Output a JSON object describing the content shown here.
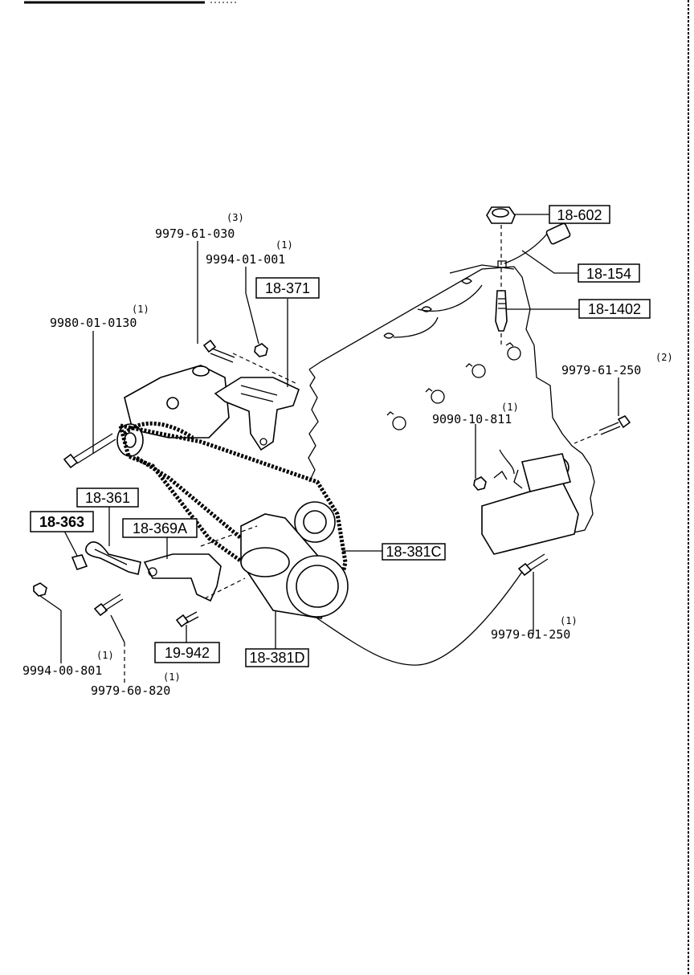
{
  "callouts": {
    "c_18_602": "18-602",
    "c_18_154": "18-154",
    "c_18_1402": "18-1402",
    "c_18_371": "18-371",
    "c_18_361": "18-361",
    "c_18_363": "18-363",
    "c_18_369A": "18-369A",
    "c_18_381C": "18-381C",
    "c_18_381D": "18-381D",
    "c_19_942": "19-942"
  },
  "parts": {
    "p_9979_61_030": "9979-61-030",
    "q_9979_61_030": "(3)",
    "p_9994_01_001": "9994-01-001",
    "q_9994_01_001": "(1)",
    "p_9980_01_0130": "9980-01-0130",
    "q_9980_01_0130": "(1)",
    "p_9979_61_250_a": "9979-61-250",
    "q_9979_61_250_a": "(2)",
    "p_9090_10_811": "9090-10-811",
    "q_9090_10_811": "(1)",
    "p_9979_61_250_b": "9979-61-250",
    "q_9979_61_250_b": "(1)",
    "p_9994_00_801": "9994-00-801",
    "q_9994_00_801": "(1)",
    "p_9979_60_820": "9979-60-820",
    "q_9979_60_820": "(1)"
  }
}
